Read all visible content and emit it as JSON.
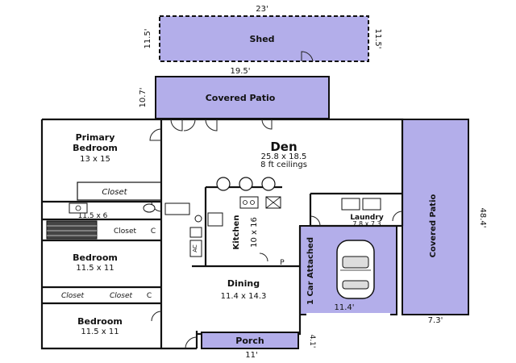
{
  "shed": {
    "label": "Shed",
    "width": "23'",
    "depth_left": "11.5'",
    "depth_right": "11.5'"
  },
  "patio_top": {
    "label": "Covered Patio",
    "width": "19.5'",
    "depth": "10.7'"
  },
  "den": {
    "label": "Den",
    "size": "25.8 x 18.5",
    "ceilings": "8 ft ceilings"
  },
  "primary_bedroom": {
    "label_line1": "Primary",
    "label_line2": "Bedroom",
    "size": "13 x 15"
  },
  "closet_primary": {
    "label": "Closet"
  },
  "bath": {
    "size": "11.5 x 6"
  },
  "closet_hall": {
    "label": "Closet",
    "c": "C"
  },
  "bedroom1": {
    "label": "Bedroom",
    "size": "11.5 x 11"
  },
  "closets_lower": {
    "a": "Closet",
    "b": "Closet",
    "c": "C"
  },
  "bedroom2": {
    "label": "Bedroom",
    "size": "11.5 x 11"
  },
  "kitchen": {
    "label": "Kitchen",
    "size": "10 x 16",
    "pantry": "P",
    "ac": "AC"
  },
  "dining": {
    "label": "Dining",
    "size": "11.4 x 14.3"
  },
  "porch": {
    "label": "Porch",
    "width": "11'",
    "depth": "4.1'"
  },
  "laundry": {
    "label": "Laundry",
    "size": "7.8 x 7.3"
  },
  "garage": {
    "label": "1 Car Attached",
    "width": "11.4'"
  },
  "patio_side": {
    "label": "Covered Patio",
    "length": "48.4'",
    "width": "7.3'"
  }
}
